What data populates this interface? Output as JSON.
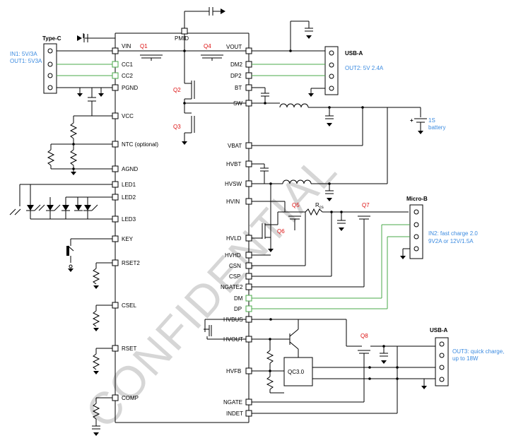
{
  "watermark": "CONFIDENTIAL",
  "pins": {
    "vin": "VIN",
    "pmid": "PMID",
    "vout": "VOUT",
    "cc1": "CC1",
    "cc2": "CC2",
    "pgnd": "PGND",
    "vcc": "VCC",
    "ntc": "NTC (optional)",
    "agnd": "AGND",
    "led1": "LED1",
    "led2": "LED2",
    "led3": "LED3",
    "key": "KEY",
    "rset2": "RSET2",
    "csel": "CSEL",
    "rset": "RSET",
    "comp": "COMP",
    "dm2": "DM2",
    "dp2": "DP2",
    "bt": "BT",
    "sw": "SW",
    "vbat": "VBAT",
    "hvbt": "HVBT",
    "hvsw": "HVSW",
    "hvin": "HVIN",
    "hvld": "HVLD",
    "hvhd": "HVHD",
    "csn": "CSN",
    "csp": "CSP",
    "ngate2": "NGATE2",
    "dm": "DM",
    "dp": "DP",
    "hvbus": "HVBUS",
    "hvout": "HVOUT",
    "hvfb": "HVFB",
    "ngate": "NGATE",
    "indet": "INDET"
  },
  "transistors": {
    "q1": "Q1",
    "q2": "Q2",
    "q3": "Q3",
    "q4": "Q4",
    "q5": "Q5",
    "q6": "Q6",
    "q7": "Q7",
    "q8": "Q8"
  },
  "parts": {
    "rcs": "R",
    "rcs_sub": "cs",
    "qc": "QC3.0",
    "battery_sign": "+"
  },
  "connectors": {
    "typec": {
      "title": "Type-C",
      "note1": "IN1: 5V/3A",
      "note2": "OUT1: 5V3A"
    },
    "usba1": {
      "title": "USB-A",
      "note1": "OUT2: 5V 2.4A"
    },
    "battery": {
      "note1": "1S",
      "note2": "battery"
    },
    "microb": {
      "title": "Micro-B",
      "note1": "IN2: fast charge 2.0",
      "note2": "9V2A or 12V/1.5A"
    },
    "usba2": {
      "title": "USB-A",
      "note1": "OUT3: quick charge,",
      "note2": "up to 18W"
    }
  }
}
